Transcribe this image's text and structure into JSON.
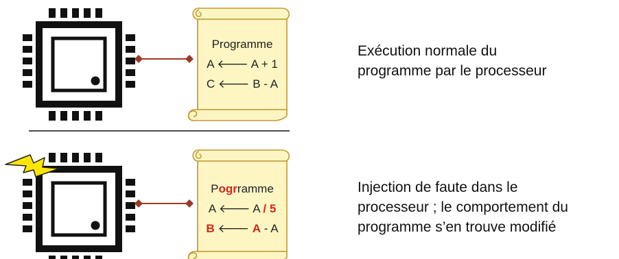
{
  "colors": {
    "chip": "#111111",
    "connector": "#9b3a24",
    "scroll_fill": "#fdf6c2",
    "scroll_stroke": "#c29a37",
    "fault_red": "#d2261c",
    "lightning_fill": "#ffe600"
  },
  "icons": {
    "chip": "cpu-chip-icon",
    "scroll": "scroll-icon",
    "fault": "lightning-bolt-icon"
  },
  "normal": {
    "scroll": {
      "title": "Programme",
      "line1": {
        "lhs": "A",
        "arrow": "🡐",
        "rhs": "A + 1"
      },
      "line2": {
        "lhs": "C",
        "arrow": "🡐",
        "rhs": "B - A"
      }
    },
    "caption": [
      "Exécution normale du",
      "programme par le processeur"
    ]
  },
  "fault": {
    "scroll": {
      "title": {
        "pre": "P",
        "red": "ogr",
        "post": "ramme"
      },
      "line1": {
        "lhs": "A",
        "arrow": "🡐",
        "rhs": "A",
        "red": "/ 5"
      },
      "line2": {
        "lhs_red": "B",
        "arrow": "🡐",
        "mid_red": "A",
        "post": "- A"
      }
    },
    "caption": [
      "Injection de faute dans le",
      "processeur ; le comportement du",
      "programme s’en trouve modifié"
    ]
  }
}
